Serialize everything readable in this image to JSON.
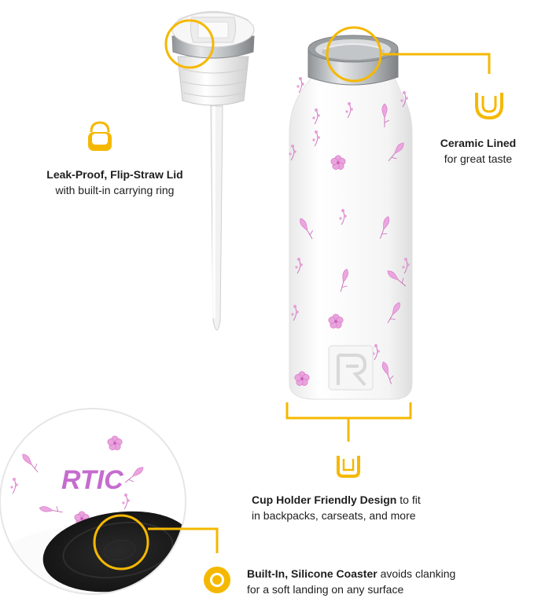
{
  "colors": {
    "accent": "#f5b800",
    "bottle_body": "#fbfbfb",
    "flower_pink": "#e58fd3",
    "steel": "#b9bcbe",
    "logo_purple": "#c56ccf",
    "coaster_black": "#1c1c1c"
  },
  "brand": {
    "logo_text": "RTIC"
  },
  "callouts": {
    "lid": {
      "title": "Leak-Proof, Flip-Straw Lid",
      "subtitle": "with built-in carrying ring",
      "icon": "carrying-ring-icon"
    },
    "ceramic": {
      "title": "Ceramic Lined",
      "subtitle": "for great taste",
      "icon": "cup-liner-icon"
    },
    "cup_holder": {
      "title": "Cup Holder Friendly Design",
      "title_rest": " to fit",
      "subtitle": "in backpacks, carseats, and more",
      "icon": "cup-holder-icon"
    },
    "coaster": {
      "title": "Built-In, Silicone Coaster",
      "title_rest": " avoids clanking",
      "subtitle": "for a soft landing on any surface",
      "icon": "coaster-dot-icon"
    }
  }
}
